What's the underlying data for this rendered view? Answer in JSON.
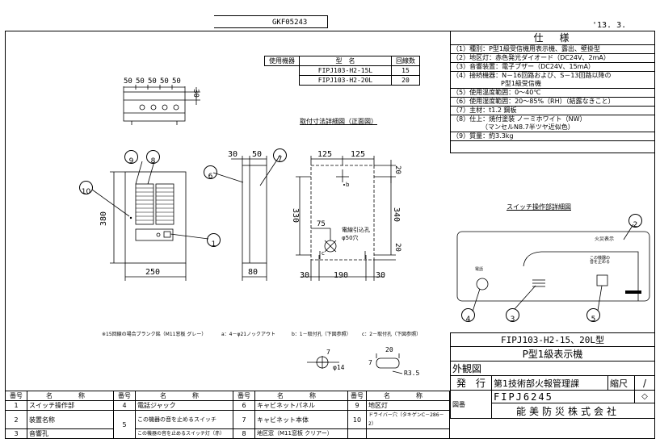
{
  "header": {
    "doc_code": "GKF05243",
    "date": "'13. 3."
  },
  "model_table": {
    "headers": [
      "使用機器",
      "型　名",
      "回線数"
    ],
    "rows": [
      {
        "model": "FIPJ103-H2-15L",
        "lines": "15"
      },
      {
        "model": "FIPJ103-H2-20L",
        "lines": "20"
      }
    ]
  },
  "spec": {
    "title": "仕　様",
    "rows": [
      "（1）種別：P型1級受信機用表示機、露出、壁掛型",
      "（2）地区灯：赤色発光ダイオード（DC24V、2mA）",
      "（3）音響装置：電子ブザー（DC24V、15mA）",
      "（4）接続機器：N－16回路および、S－13回路以降の",
      "P型1級受信機",
      "（5）使用温度範囲：0～40℃",
      "（6）使用湿度範囲：20～85%（RH）（結露なきこと）",
      "（7）主材：t1.2 鋼板",
      "（8）仕上：焼付塗装 ノーミホワイト（NW）",
      "（マンセルN8.7半ツヤ近似色）",
      "（9）質量：約3.3kg"
    ]
  },
  "drawing": {
    "top_dims": [
      "50",
      "50",
      "50",
      "50",
      "50"
    ],
    "top_height": "30",
    "front_height": "380",
    "front_width": "250",
    "side_widths": [
      "30",
      "50"
    ],
    "side_depth": "80",
    "mount_title": "取付寸法詳細図（正面図）",
    "mount_dims": {
      "top_w": [
        "125",
        "125"
      ],
      "top_h": "20",
      "left_h": "330",
      "right_h": "340",
      "hole_x": "75",
      "hole_label": "電線引込孔",
      "hole_dia": "φ50穴",
      "bottom_h": "20",
      "bottom_w": [
        "30",
        "190",
        "30"
      ]
    },
    "switch_title": "スイッチ操作部詳細図",
    "switch_labels": {
      "fire": "火災表示",
      "stop": "この機器の\n音を止める",
      "phone": "電話"
    },
    "notes": [
      "※15回線の場合ブランク銘（M11窓板 グレー）",
      "a：4－φ21ノックアウト",
      "b：1－取付孔（下図参照）",
      "c：2－取付孔（下図参照）"
    ],
    "detail_dims": {
      "d1": "7",
      "d2": "φ14",
      "d3": "20",
      "d4": "7",
      "r": "R3.5"
    },
    "callouts": [
      "1",
      "2",
      "3",
      "4",
      "5",
      "6",
      "7",
      "8",
      "9",
      "10"
    ]
  },
  "parts": {
    "header_no": "番号",
    "header_name": "名　称",
    "items": [
      {
        "no": "1",
        "name": "スイッチ操作部"
      },
      {
        "no": "2",
        "name": "装置名称"
      },
      {
        "no": "3",
        "name": "音響孔"
      },
      {
        "no": "4",
        "name": "電話ジャック"
      },
      {
        "no": "5",
        "name": "この機器の音を止めるスイッチ"
      },
      {
        "no": "",
        "name": "この機器の音を止めるスイッチ灯（赤）"
      },
      {
        "no": "6",
        "name": "キャビネットパネル"
      },
      {
        "no": "7",
        "name": "キャビネット本体"
      },
      {
        "no": "8",
        "name": "地区窓（M11窓板 クリアー）"
      },
      {
        "no": "9",
        "name": "地区灯"
      },
      {
        "no": "10",
        "name": "ドライバー穴（タキゲンC－286－2）"
      }
    ]
  },
  "title_block": {
    "model": "FIPJ103-H2-15、20L型",
    "product": "P型1級表示機",
    "drawing_type": "外観図",
    "issuer_label": "発　行",
    "issuer": "第1技術部火報管理課",
    "scale_label": "縮尺",
    "scale": "/",
    "drawing_no_label": "図番",
    "drawing_no": "FIPJ6245",
    "company": "能美防災株式会社"
  }
}
